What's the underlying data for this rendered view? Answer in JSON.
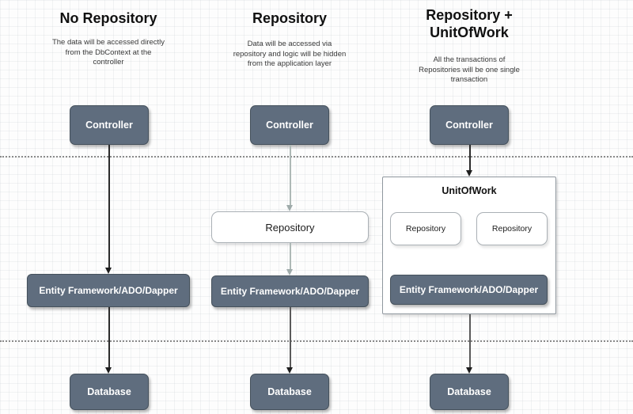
{
  "diagram": {
    "columns": [
      {
        "title": "No Repository",
        "subtitle": "The data will be accessed directly\nfrom the DbContext at the\ncontroller",
        "controller_label": "Controller",
        "ef_label": "Entity Framework/ADO/Dapper",
        "database_label": "Database"
      },
      {
        "title": "Repository",
        "subtitle": "Data will be accessed via\nrepository and logic will be hidden\nfrom the application layer",
        "controller_label": "Controller",
        "repository_label": "Repository",
        "ef_label": "Entity Framework/ADO/Dapper",
        "database_label": "Database"
      },
      {
        "title": "Repository +\nUnitOfWork",
        "subtitle": "All the transactions of\nRepositories will be one single\ntransaction",
        "controller_label": "Controller",
        "unit_of_work_label": "UnitOfWork",
        "repository_left_label": "Repository",
        "repository_right_label": "Repository",
        "ef_label": "Entity Framework/ADO/Dapper",
        "database_label": "Database"
      }
    ],
    "colors": {
      "node_fill": "#5f6d7e",
      "node_border": "#45515c",
      "node_text": "#ffffff",
      "white_node_border": "#aab0b5",
      "container_border": "#8f979e",
      "arrow_dark": "#2b2b2b",
      "arrow_light": "#aeb9b6",
      "divider_dots": "#8a8a8a",
      "title_text": "#111111",
      "subtitle_text": "#3a3a3a"
    }
  }
}
